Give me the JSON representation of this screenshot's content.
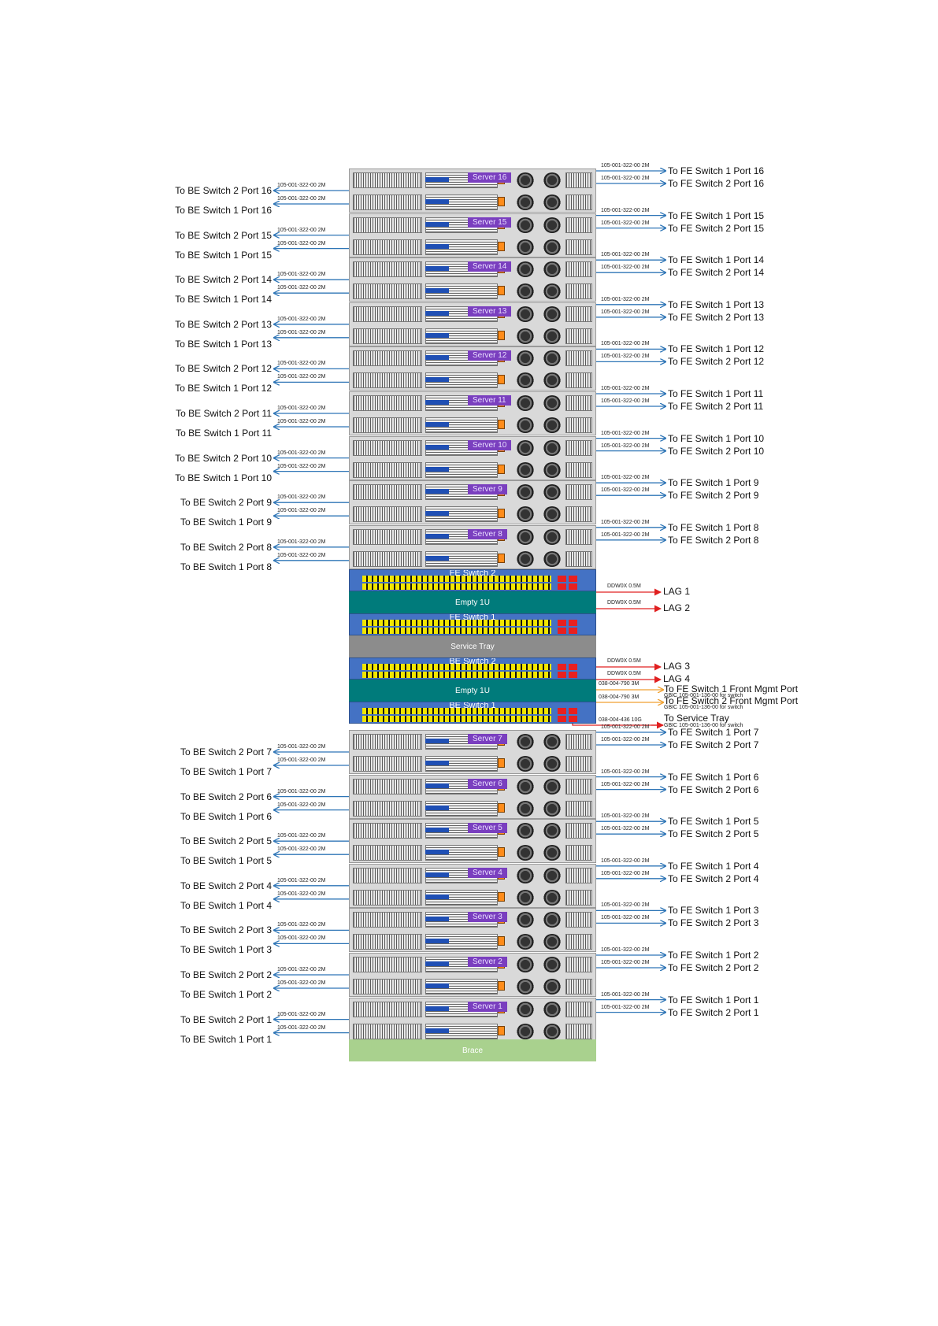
{
  "colors": {
    "server_tag": "#7a3fbf",
    "switch_body": "#4472c4",
    "empty_1u": "#007b7b",
    "service_tray": "#8c8c8c",
    "brace": "#a9d18e",
    "cable_blue": "#2e75b6",
    "cable_red": "#e02020",
    "cable_orange": "#f0a030"
  },
  "icons": [
    "arrow-right-icon",
    "arrow-left-icon",
    "power-supply-fan-icon",
    "switch-port-icon"
  ],
  "rack": {
    "upper_servers": [
      {
        "tag": "Server 16",
        "be2": "To BE Switch 2 Port 16",
        "be1": "To BE Switch 1 Port 16",
        "fe1": "To FE Switch 1 Port 16",
        "fe2": "To FE Switch 2 Port 16",
        "c1": "105-001-322-00  2M",
        "c2": "105-001-322-00  2M",
        "c3": "105-001-322-00  2M",
        "c4": "105-001-322-00  2M"
      },
      {
        "tag": "Server 15",
        "be2": "To BE Switch 2 Port 15",
        "be1": "To BE Switch 1 Port 15",
        "fe1": "To FE Switch 1 Port 15",
        "fe2": "To FE Switch 2 Port 15",
        "c1": "105-001-322-00  2M",
        "c2": "105-001-322-00  2M",
        "c3": "105-001-322-00  2M",
        "c4": "105-001-322-00  2M"
      },
      {
        "tag": "Server 14",
        "be2": "To BE Switch 2 Port 14",
        "be1": "To BE Switch 1 Port 14",
        "fe1": "To FE Switch 1 Port 14",
        "fe2": "To FE Switch 2 Port 14",
        "c1": "105-001-322-00  2M",
        "c2": "105-001-322-00  2M",
        "c3": "105-001-322-00  2M",
        "c4": "105-001-322-00  2M"
      },
      {
        "tag": "Server 13",
        "be2": "To BE Switch 2 Port 13",
        "be1": "To BE Switch 1 Port 13",
        "fe1": "To FE Switch 1 Port 13",
        "fe2": "To FE Switch 2 Port 13",
        "c1": "105-001-322-00  2M",
        "c2": "105-001-322-00  2M",
        "c3": "105-001-322-00  2M",
        "c4": "105-001-322-00  2M"
      },
      {
        "tag": "Server 12",
        "be2": "To BE Switch 2 Port 12",
        "be1": "To BE Switch 1 Port 12",
        "fe1": "To FE Switch 1 Port 12",
        "fe2": "To FE Switch 2 Port 12",
        "c1": "105-001-322-00  2M",
        "c2": "105-001-322-00  2M",
        "c3": "105-001-322-00  2M",
        "c4": "105-001-322-00  2M"
      },
      {
        "tag": "Server 11",
        "be2": "To BE Switch 2 Port 11",
        "be1": "To BE Switch 1 Port 11",
        "fe1": "To FE Switch 1 Port 11",
        "fe2": "To FE Switch 2 Port 11",
        "c1": "105-001-322-00  2M",
        "c2": "105-001-322-00  2M",
        "c3": "105-001-322-00  2M",
        "c4": "105-001-322-00  2M"
      },
      {
        "tag": "Server 10",
        "be2": "To BE Switch 2 Port 10",
        "be1": "To BE Switch 1 Port 10",
        "fe1": "To FE Switch 1 Port 10",
        "fe2": "To FE Switch 2 Port 10",
        "c1": "105-001-322-00  2M",
        "c2": "105-001-322-00  2M",
        "c3": "105-001-322-00  2M",
        "c4": "105-001-322-00  2M"
      },
      {
        "tag": "Server 9",
        "be2": "To BE Switch 2 Port 9",
        "be1": "To BE Switch 1 Port 9",
        "fe1": "To FE Switch 1 Port 9",
        "fe2": "To FE Switch 2 Port 9",
        "c1": "105-001-322-00  2M",
        "c2": "105-001-322-00  2M",
        "c3": "105-001-322-00  2M",
        "c4": "105-001-322-00  2M"
      },
      {
        "tag": "Server 8",
        "be2": "To BE Switch 2 Port 8",
        "be1": "To BE Switch 1 Port 8",
        "fe1": "To FE Switch 1 Port 8",
        "fe2": "To FE Switch 2 Port 8",
        "c1": "105-001-322-00  2M",
        "c2": "105-001-322-00  2M",
        "c3": "105-001-322-00  2M",
        "c4": "105-001-322-00  2M"
      }
    ],
    "middle": {
      "fe_switch_2": "FE Switch 2",
      "empty_upper": "Empty 1U",
      "fe_switch_1": "FE Switch 1",
      "service_tray": "Service Tray",
      "be_switch_2": "BE Switch 2",
      "empty_lower": "Empty 1U",
      "be_switch_1": "BE Switch 1"
    },
    "lower_servers": [
      {
        "tag": "Server 7",
        "be2": "To BE Switch 2 Port 7",
        "be1": "To BE Switch 1 Port 7",
        "fe1": "To FE Switch 1 Port 7",
        "fe2": "To FE Switch 2 Port 7",
        "c1": "105-001-322-00  2M",
        "c2": "105-001-322-00  2M",
        "c3": "105-001-322-00  2M",
        "c4": "105-001-322-00  2M"
      },
      {
        "tag": "Server 6",
        "be2": "To BE Switch 2 Port 6",
        "be1": "To BE Switch 1 Port 6",
        "fe1": "To FE Switch 1 Port 6",
        "fe2": "To FE Switch 2 Port 6",
        "c1": "105-001-322-00  2M",
        "c2": "105-001-322-00  2M",
        "c3": "105-001-322-00  2M",
        "c4": "105-001-322-00  2M"
      },
      {
        "tag": "Server 5",
        "be2": "To BE Switch 2 Port 5",
        "be1": "To BE Switch 1 Port 5",
        "fe1": "To FE Switch 1 Port 5",
        "fe2": "To FE Switch 2 Port 5",
        "c1": "105-001-322-00  2M",
        "c2": "105-001-322-00  2M",
        "c3": "105-001-322-00  2M",
        "c4": "105-001-322-00  2M"
      },
      {
        "tag": "Server 4",
        "be2": "To BE Switch 2 Port 4",
        "be1": "To BE Switch 1 Port 4",
        "fe1": "To FE Switch 1 Port 4",
        "fe2": "To FE Switch 2 Port 4",
        "c1": "105-001-322-00  2M",
        "c2": "105-001-322-00  2M",
        "c3": "105-001-322-00  2M",
        "c4": "105-001-322-00  2M"
      },
      {
        "tag": "Server 3",
        "be2": "To BE Switch 2 Port 3",
        "be1": "To BE Switch 1 Port 3",
        "fe1": "To FE Switch 1 Port 3",
        "fe2": "To FE Switch 2 Port 3",
        "c1": "105-001-322-00  2M",
        "c2": "105-001-322-00  2M",
        "c3": "105-001-322-00  2M",
        "c4": "105-001-322-00  2M"
      },
      {
        "tag": "Server 2",
        "be2": "To BE Switch 2 Port 2",
        "be1": "To BE Switch 1 Port 2",
        "fe1": "To FE Switch 1 Port 2",
        "fe2": "To FE Switch 2 Port 2",
        "c1": "105-001-322-00  2M",
        "c2": "105-001-322-00  2M",
        "c3": "105-001-322-00  2M",
        "c4": "105-001-322-00  2M"
      },
      {
        "tag": "Server 1",
        "be2": "To BE Switch 2 Port 1",
        "be1": "To BE Switch 1 Port 1",
        "fe1": "To FE Switch 1 Port 1",
        "fe2": "To FE Switch 2 Port 1",
        "c1": "105-001-322-00  2M",
        "c2": "105-001-322-00  2M",
        "c3": "105-001-322-00  2M",
        "c4": "105-001-322-00  2M"
      }
    ],
    "brace": "Brace"
  },
  "switch_links": {
    "lag1": "LAG 1",
    "lag2": "LAG 2",
    "lag3": "LAG 3",
    "lag4": "LAG 4",
    "dac1": "DDW0X 0.5M",
    "dac2": "DDW0X 0.5M",
    "dac3": "DDW0X 0.5M",
    "dac4": "DDW0X 0.5M",
    "mgmt1_cable": "038-004-790  3M",
    "mgmt1_label": "To FE Switch 1 Front Mgmt Port",
    "mgmt1_gbic": "GBIC 105-001-136-00 for switch",
    "mgmt2_cable": "038-004-790  3M",
    "mgmt2_label": "To FE Switch 2 Front Mgmt Port",
    "mgmt2_gbic": "GBIC 105-001-136-00 for switch",
    "tray_cable": "038-004-436  10G",
    "tray_label": "To Service Tray",
    "tray_gbic": "GBIC 105-001-136-00 for switch"
  }
}
